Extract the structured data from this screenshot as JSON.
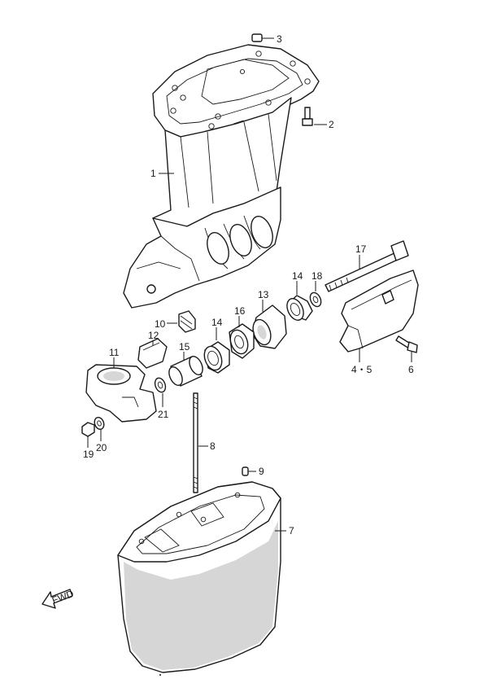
{
  "callouts": {
    "c1": "1",
    "c2": "2",
    "c3": "3",
    "c45": "4・5",
    "c6": "6",
    "c7": "7",
    "c8": "8",
    "c9": "9",
    "c10": "10",
    "c11": "11",
    "c12": "12",
    "c13": "13",
    "c14a": "14",
    "c14b": "14",
    "c15": "15",
    "c16": "16",
    "c17": "17",
    "c18": "18",
    "c19": "19",
    "c20": "20",
    "c21": "21"
  },
  "fwd_label": "FWD"
}
